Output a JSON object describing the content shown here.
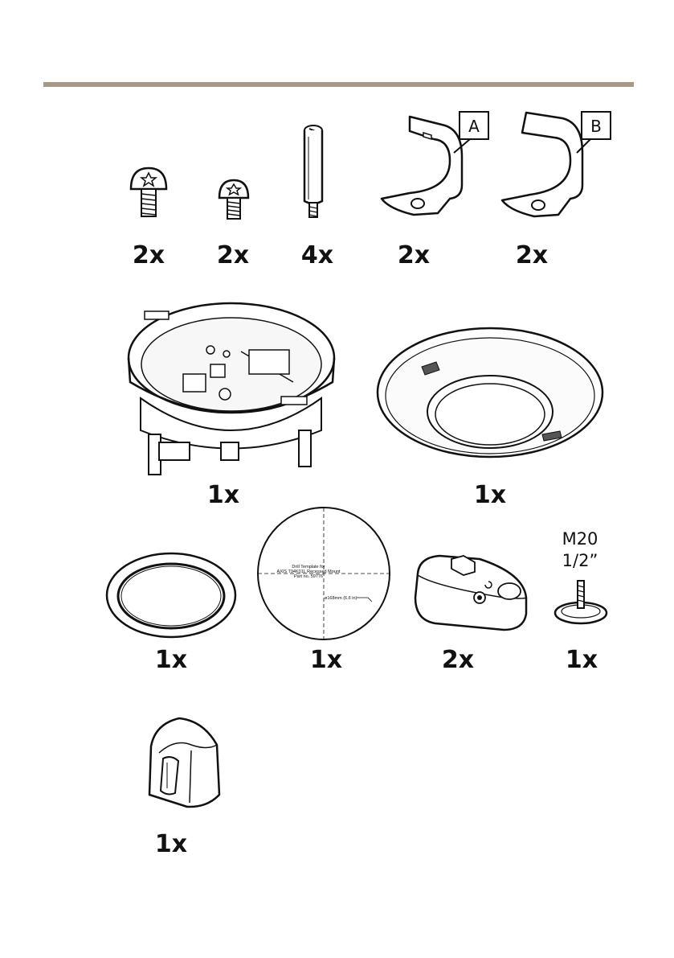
{
  "items": [
    {
      "id": "screw-large",
      "quantity": "2x"
    },
    {
      "id": "screw-small",
      "quantity": "2x"
    },
    {
      "id": "standoff",
      "quantity": "4x"
    },
    {
      "id": "bracket-a",
      "quantity": "2x",
      "tag": "A"
    },
    {
      "id": "bracket-b",
      "quantity": "2x",
      "tag": "B"
    },
    {
      "id": "recessed-housing",
      "quantity": "1x"
    },
    {
      "id": "trim-ring-cover",
      "quantity": "1x"
    },
    {
      "id": "gasket-ring",
      "quantity": "1x"
    },
    {
      "id": "drill-template",
      "quantity": "1x",
      "text_lines": [
        "Drill Template for",
        "AXIS T94K01L Recessed Mount",
        "Part no. 59776"
      ],
      "dimension": "ø168mm (6.6 in)"
    },
    {
      "id": "cable-clamp-block",
      "quantity": "2x"
    },
    {
      "id": "conduit-plug",
      "quantity": "1x",
      "thread_labels": [
        "M20",
        "1/2”"
      ]
    },
    {
      "id": "tool-bit",
      "quantity": "1x"
    }
  ]
}
